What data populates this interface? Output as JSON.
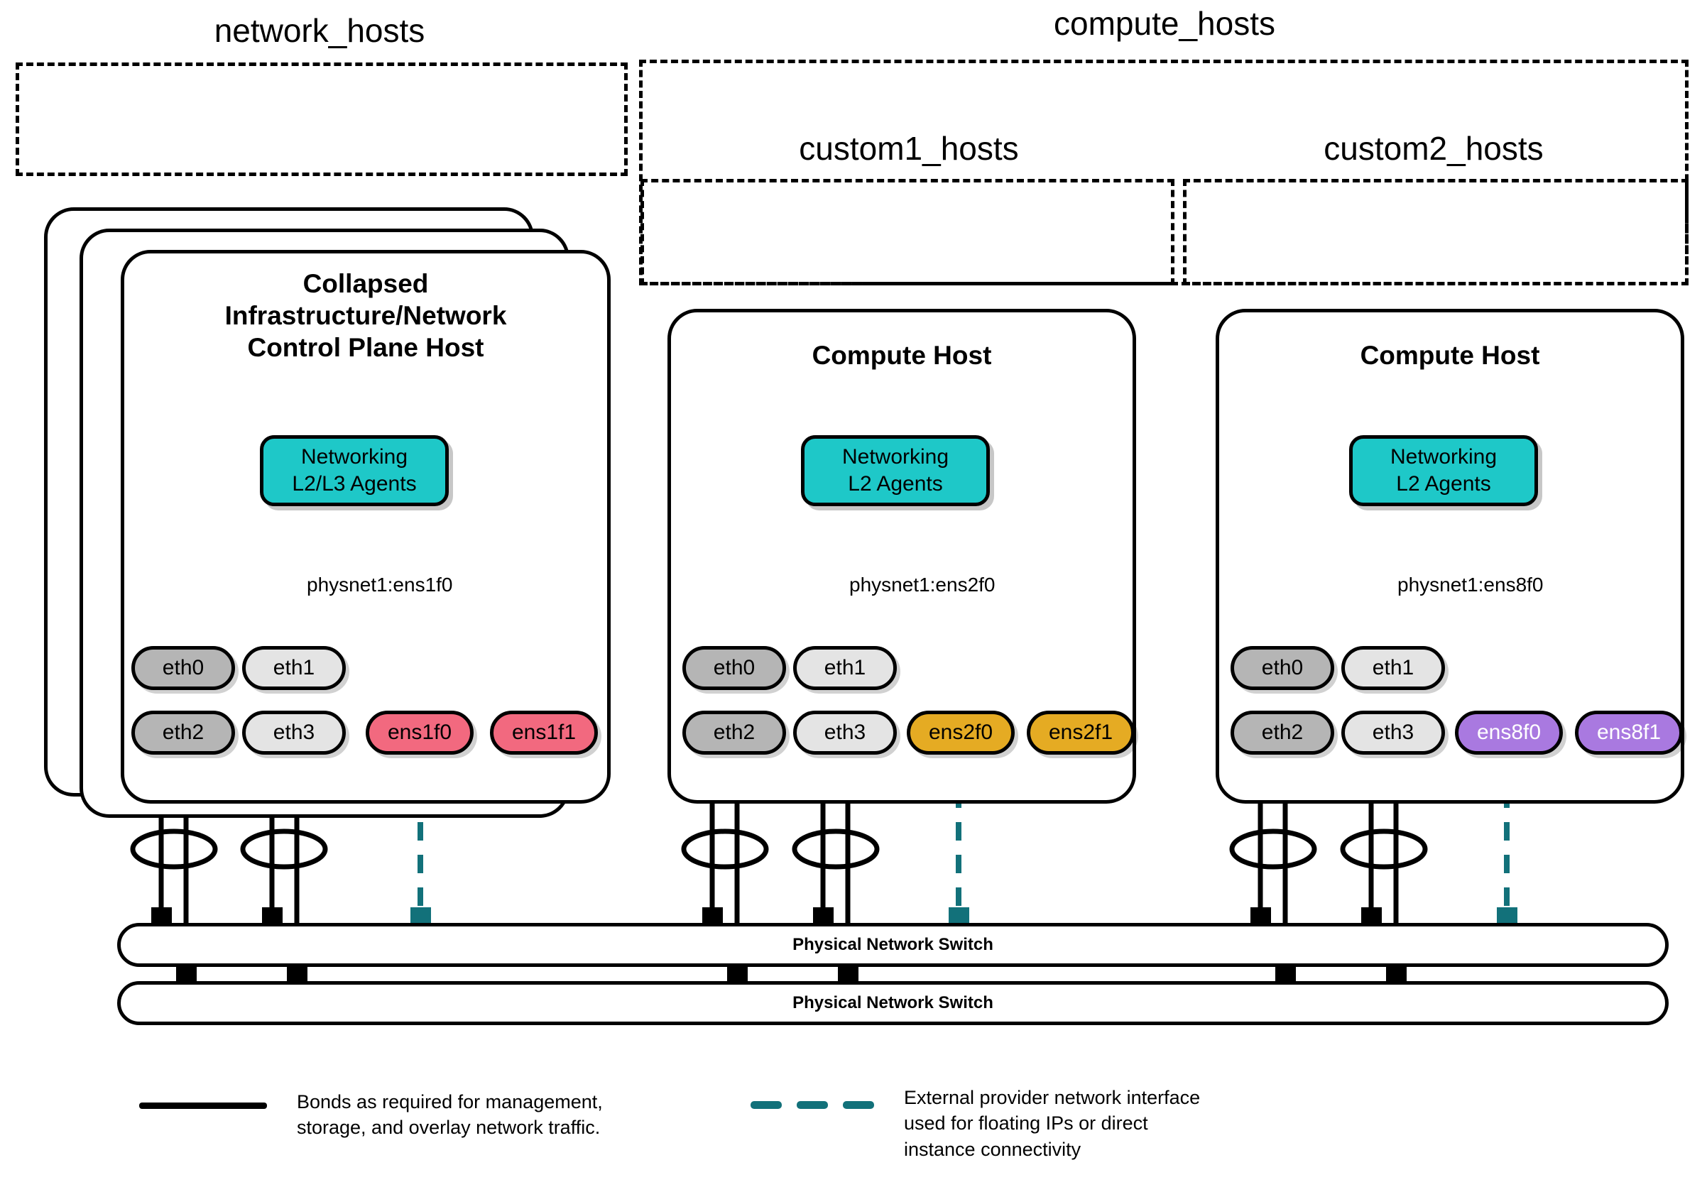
{
  "diagram": {
    "title": "OpenStack network and compute host interface topology",
    "colors": {
      "agent_teal": "#1ec8c8",
      "provider_line_teal": "#12717a",
      "nic_gray_dark": "#b5b5b5",
      "nic_gray_light": "#e4e4e4",
      "nic_pink": "#f2697f",
      "nic_amber": "#e5ab23",
      "nic_purple": "#a979e0",
      "outline_black": "#000000",
      "background": "#ffffff"
    }
  },
  "groups": [
    {
      "id": "network_hosts",
      "label": "network_hosts"
    },
    {
      "id": "compute_hosts",
      "label": "compute_hosts"
    },
    {
      "id": "custom1_hosts",
      "label": "custom1_hosts"
    },
    {
      "id": "custom2_hosts",
      "label": "custom2_hosts"
    }
  ],
  "hosts": [
    {
      "id": "network-host",
      "title": "Collapsed\nInfrastructure/Network\nControl Plane Host",
      "title_line1": "Collapsed",
      "title_line2": "Infrastructure/Network",
      "title_line3": "Control Plane Host",
      "stacked": true,
      "stack_count": 3,
      "agent": {
        "line1": "Networking",
        "line2": "L2/L3 Agents"
      },
      "physnet_label": "physnet1:ens1f0",
      "nics": [
        {
          "name": "eth0",
          "color": "gray-dark",
          "row": "top",
          "col": 0
        },
        {
          "name": "eth1",
          "color": "gray-light",
          "row": "top",
          "col": 1
        },
        {
          "name": "eth2",
          "color": "gray-dark",
          "row": "bottom",
          "col": 0
        },
        {
          "name": "eth3",
          "color": "gray-light",
          "row": "bottom",
          "col": 1
        },
        {
          "name": "ens1f0",
          "color": "pink",
          "row": "bottom",
          "col": 2
        },
        {
          "name": "ens1f1",
          "color": "pink",
          "row": "bottom",
          "col": 3
        }
      ]
    },
    {
      "id": "compute-host-1",
      "title": "Compute Host",
      "title_line1": "Compute Host",
      "stacked": false,
      "stack_count": 1,
      "agent": {
        "line1": "Networking",
        "line2": "L2 Agents"
      },
      "physnet_label": "physnet1:ens2f0",
      "nics": [
        {
          "name": "eth0",
          "color": "gray-dark",
          "row": "top",
          "col": 0
        },
        {
          "name": "eth1",
          "color": "gray-light",
          "row": "top",
          "col": 1
        },
        {
          "name": "eth2",
          "color": "gray-dark",
          "row": "bottom",
          "col": 0
        },
        {
          "name": "eth3",
          "color": "gray-light",
          "row": "bottom",
          "col": 1
        },
        {
          "name": "ens2f0",
          "color": "amber",
          "row": "bottom",
          "col": 2
        },
        {
          "name": "ens2f1",
          "color": "amber",
          "row": "bottom",
          "col": 3
        }
      ]
    },
    {
      "id": "compute-host-2",
      "title": "Compute Host",
      "title_line1": "Compute Host",
      "stacked": false,
      "stack_count": 1,
      "agent": {
        "line1": "Networking",
        "line2": "L2 Agents"
      },
      "physnet_label": "physnet1:ens8f0",
      "nics": [
        {
          "name": "eth0",
          "color": "gray-dark",
          "row": "top",
          "col": 0
        },
        {
          "name": "eth1",
          "color": "gray-light",
          "row": "top",
          "col": 1
        },
        {
          "name": "eth2",
          "color": "gray-dark",
          "row": "bottom",
          "col": 0
        },
        {
          "name": "eth3",
          "color": "gray-light",
          "row": "bottom",
          "col": 1
        },
        {
          "name": "ens8f0",
          "color": "purple",
          "row": "bottom",
          "col": 2
        },
        {
          "name": "ens8f1",
          "color": "purple",
          "row": "bottom",
          "col": 3
        }
      ]
    }
  ],
  "switches": [
    {
      "id": "switch-top",
      "label": "Physical Network Switch"
    },
    {
      "id": "switch-bottom",
      "label": "Physical Network Switch"
    }
  ],
  "legend": [
    {
      "id": "bonds",
      "style": "solid",
      "line1": "Bonds as required for management,",
      "line2": "storage, and overlay network traffic.",
      "line3": ""
    },
    {
      "id": "provider",
      "style": "dashed",
      "line1": "External provider network interface",
      "line2": "used for floating IPs or direct",
      "line3": "instance connectivity"
    }
  ]
}
